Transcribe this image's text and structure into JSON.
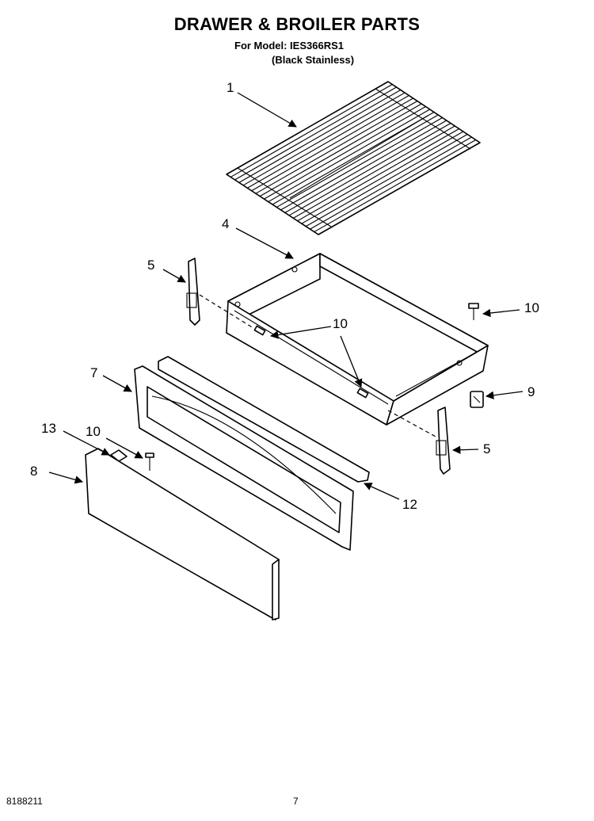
{
  "header": {
    "title": "DRAWER & BROILER PARTS",
    "model": "For Model: IES366RS1",
    "variant": "(Black Stainless)"
  },
  "callouts": {
    "c1": "1",
    "c4": "4",
    "c5a": "5",
    "c5b": "5",
    "c7": "7",
    "c8": "8",
    "c9": "9",
    "c10a": "10",
    "c10b": "10",
    "c10c": "10",
    "c12": "12",
    "c13": "13"
  },
  "footer": {
    "doc_number": "8188211",
    "page_number": "7"
  }
}
